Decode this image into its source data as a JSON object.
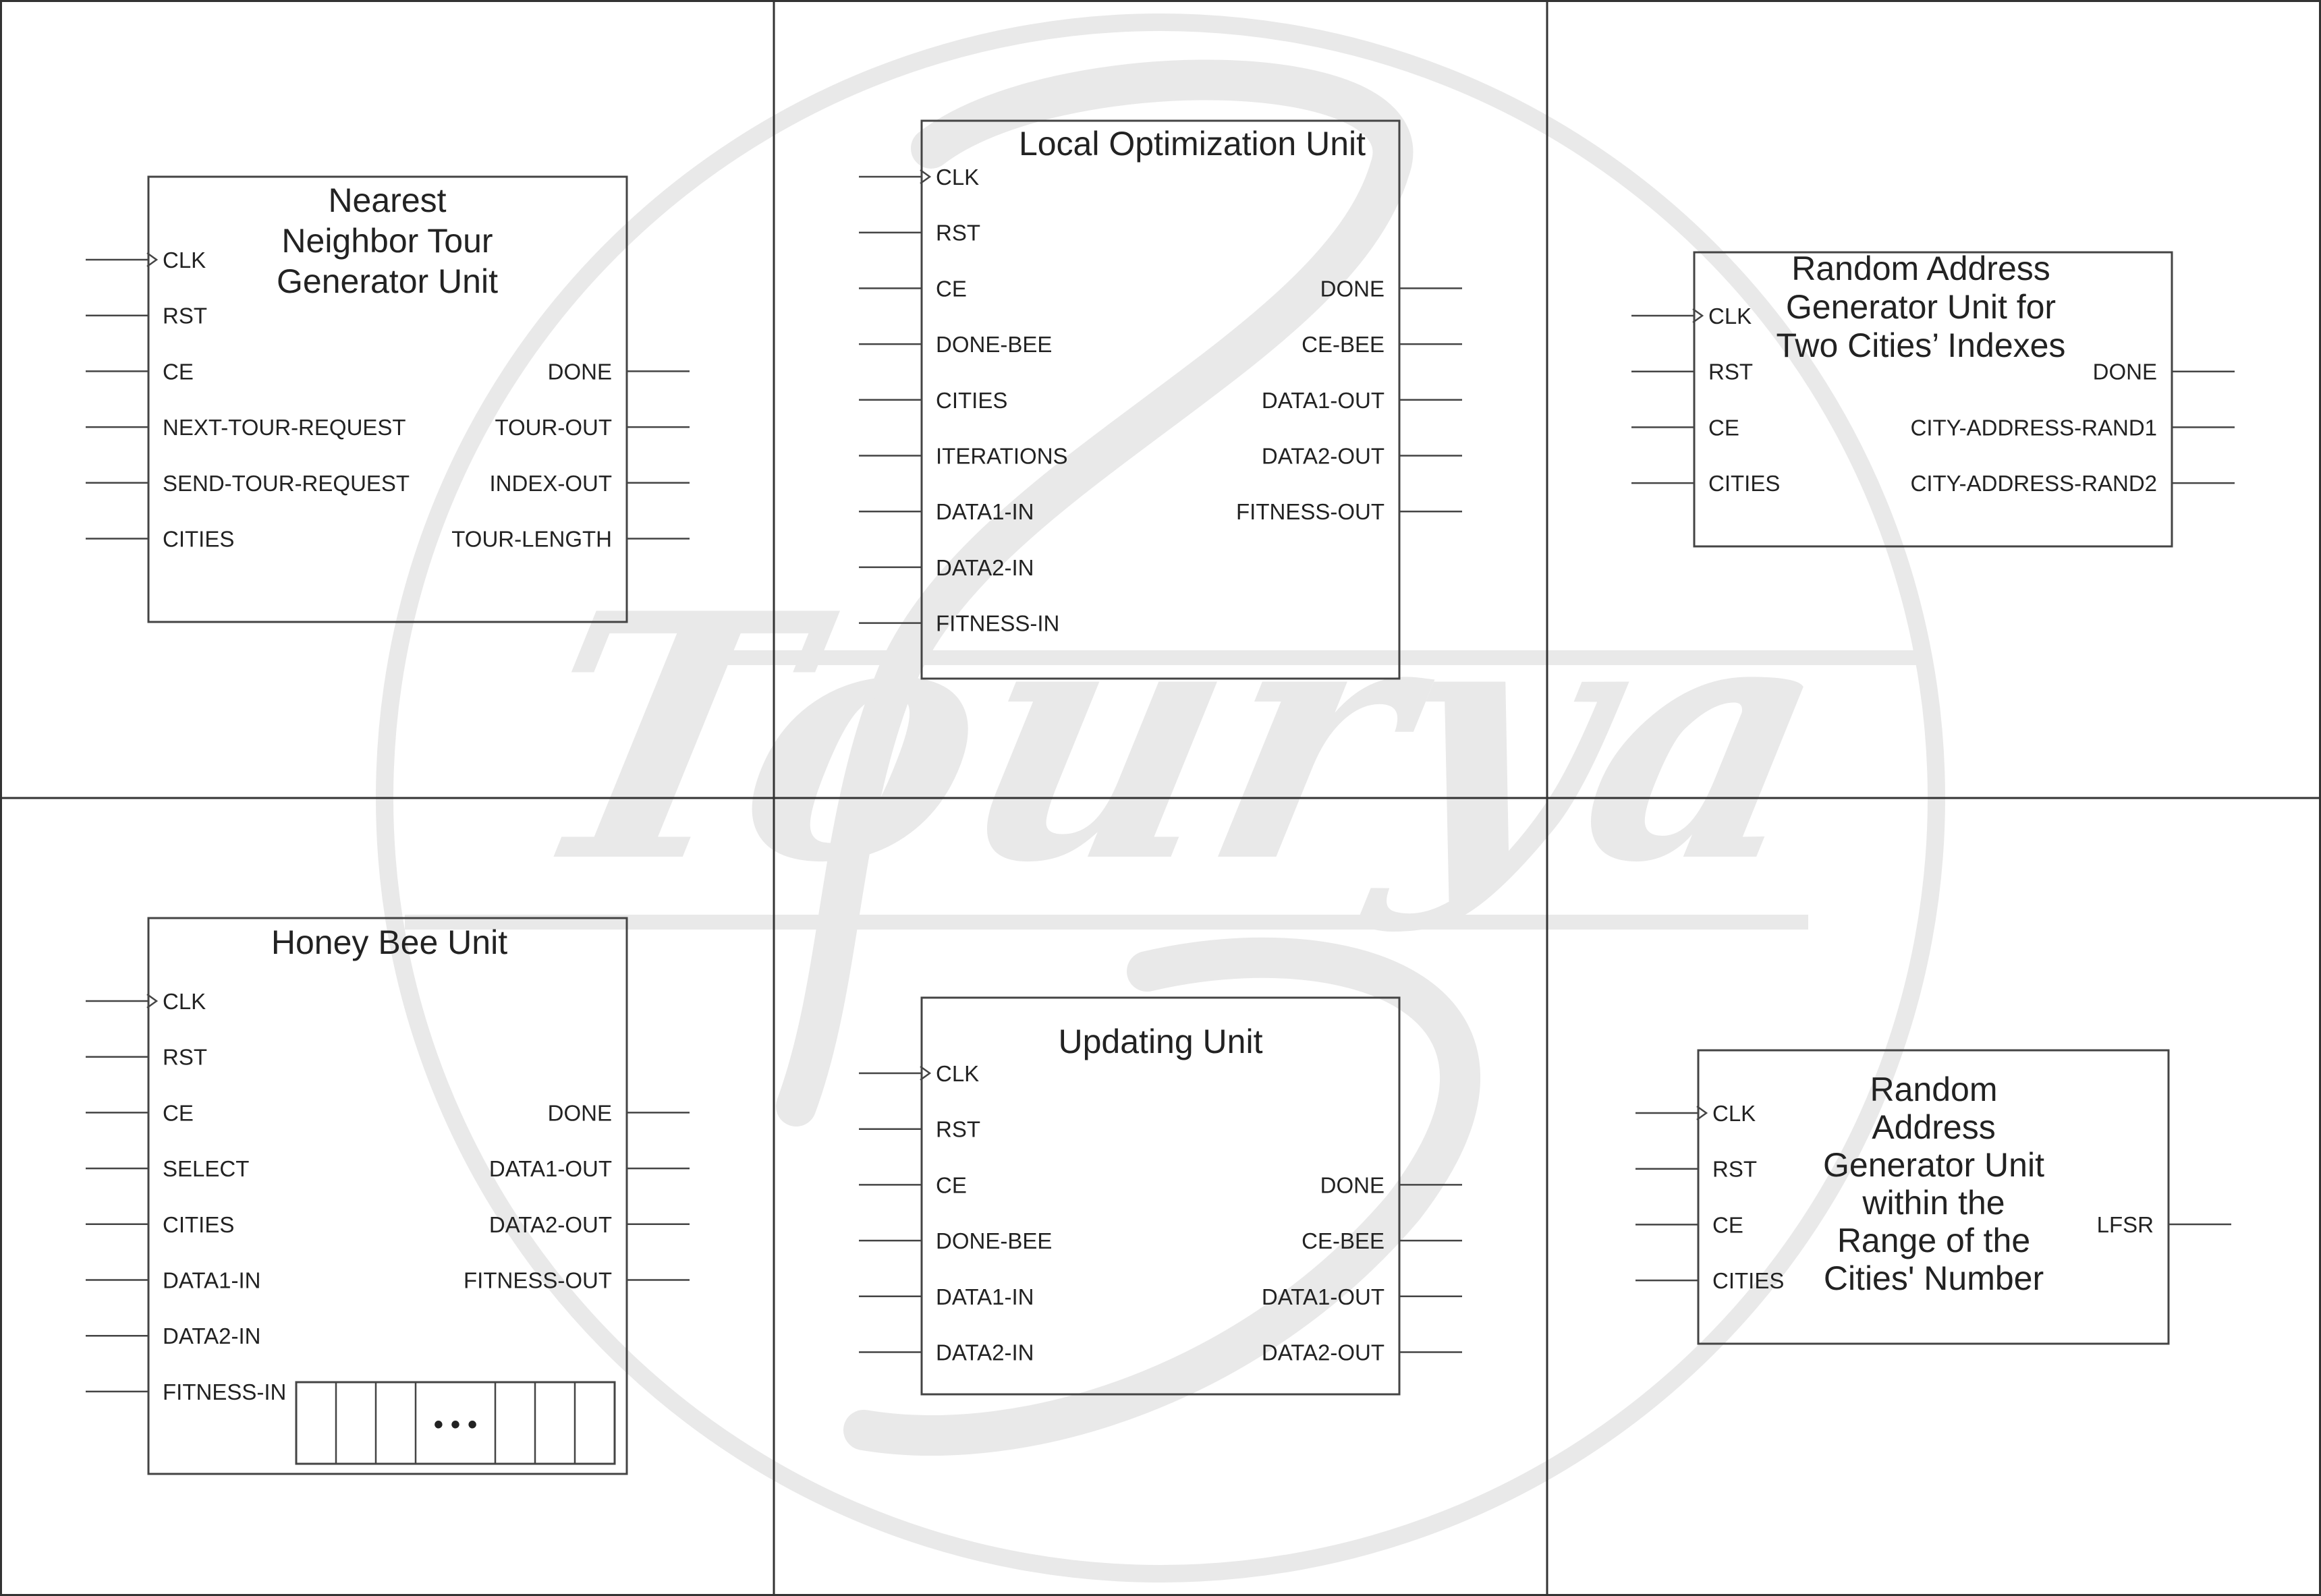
{
  "units": [
    {
      "id": "nearest-neighbor",
      "title_lines": [
        "Nearest",
        "Neighbor Tour",
        "Generator Unit"
      ],
      "inputs": [
        "CLK",
        "RST",
        "CE",
        "NEXT-TOUR-REQUEST",
        "SEND-TOUR-REQUEST",
        "CITIES"
      ],
      "outputs": [
        "DONE",
        "TOUR-OUT",
        "INDEX-OUT",
        "TOUR-LENGTH"
      ]
    },
    {
      "id": "local-optimization",
      "title_lines": [
        "Local Optimization Unit"
      ],
      "inputs": [
        "CLK",
        "RST",
        "CE",
        "DONE-BEE",
        "CITIES",
        "ITERATIONS",
        "DATA1-IN",
        "DATA2-IN",
        "FITNESS-IN"
      ],
      "outputs": [
        "DONE",
        "CE-BEE",
        "DATA1-OUT",
        "DATA2-OUT",
        "FITNESS-OUT"
      ]
    },
    {
      "id": "random-address-two-cities",
      "title_lines": [
        "Random Address",
        "Generator Unit for",
        "Two Cities’ Indexes"
      ],
      "inputs": [
        "CLK",
        "RST",
        "CE",
        "CITIES"
      ],
      "outputs": [
        "DONE",
        "CITY-ADDRESS-RAND1",
        "CITY-ADDRESS-RAND2"
      ]
    },
    {
      "id": "honey-bee",
      "title_lines": [
        "Honey Bee Unit"
      ],
      "inputs": [
        "CLK",
        "RST",
        "CE",
        "SELECT",
        "CITIES",
        "DATA1-IN",
        "DATA2-IN",
        "FITNESS-IN"
      ],
      "outputs": [
        "DONE",
        "DATA1-OUT",
        "DATA2-OUT",
        "FITNESS-OUT"
      ],
      "register_ellipsis": "• • •"
    },
    {
      "id": "updating",
      "title_lines": [
        "Updating Unit"
      ],
      "inputs": [
        "CLK",
        "RST",
        "CE",
        "DONE-BEE",
        "DATA1-IN",
        "DATA2-IN"
      ],
      "outputs": [
        "DONE",
        "CE-BEE",
        "DATA1-OUT",
        "DATA2-OUT"
      ]
    },
    {
      "id": "random-address-range",
      "title_lines": [
        "Random",
        "Address",
        "Generator Unit",
        "within the",
        "Range of the",
        "Cities' Number"
      ],
      "inputs": [
        "CLK",
        "RST",
        "CE",
        "CITIES"
      ],
      "outputs": [
        "LFSR"
      ]
    }
  ],
  "watermark": {
    "text": "Tourya",
    "color": "#e9e9e9"
  },
  "colors": {
    "line": "#444444",
    "text": "#222222",
    "background": "#ffffff"
  }
}
